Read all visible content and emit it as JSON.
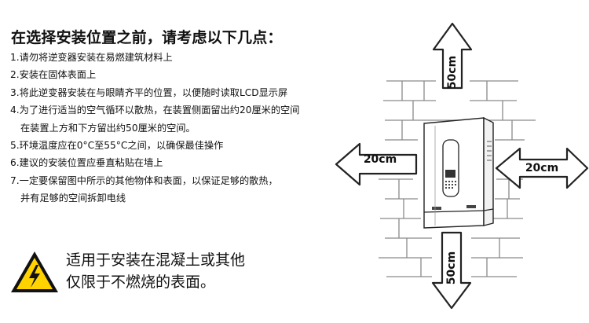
{
  "title": "在选择安装位置之前，请考虑以下几点：",
  "instructions": [
    "1.请勿将逆变器安装在易燃建筑材料上",
    "2.安装在固体表面上",
    "3.将此逆变器安装在与眼睛齐平的位置，以便随时读取LCD显示屏",
    "4.为了进行适当的空气循环以散热，在装置侧面留出约20厘米的空间",
    "在装置上方和下方留出约50厘米的空间。",
    "5.环境温度应在0°C至55°C之间，以确保最佳操作",
    "6.建议的安装位置应垂直粘贴在墙上",
    "7.一定要保留图中所示的其他物体和表面，以保证足够的散热，",
    "并有足够的空间拆卸电线"
  ],
  "warning": {
    "icon": "high-voltage-warning-icon",
    "line1": "适用于安装在混凝土或其他",
    "line2": "仅限于不燃烧的表面。"
  },
  "diagram": {
    "clearance_top": "50cm",
    "clearance_bottom": "50cm",
    "clearance_left": "20cm",
    "clearance_right": "20cm",
    "colors": {
      "arrow_fill": "#ffffff",
      "outline": "#222222",
      "brick_line": "#8a8a8a",
      "warning_yellow": "#ffd200"
    }
  }
}
